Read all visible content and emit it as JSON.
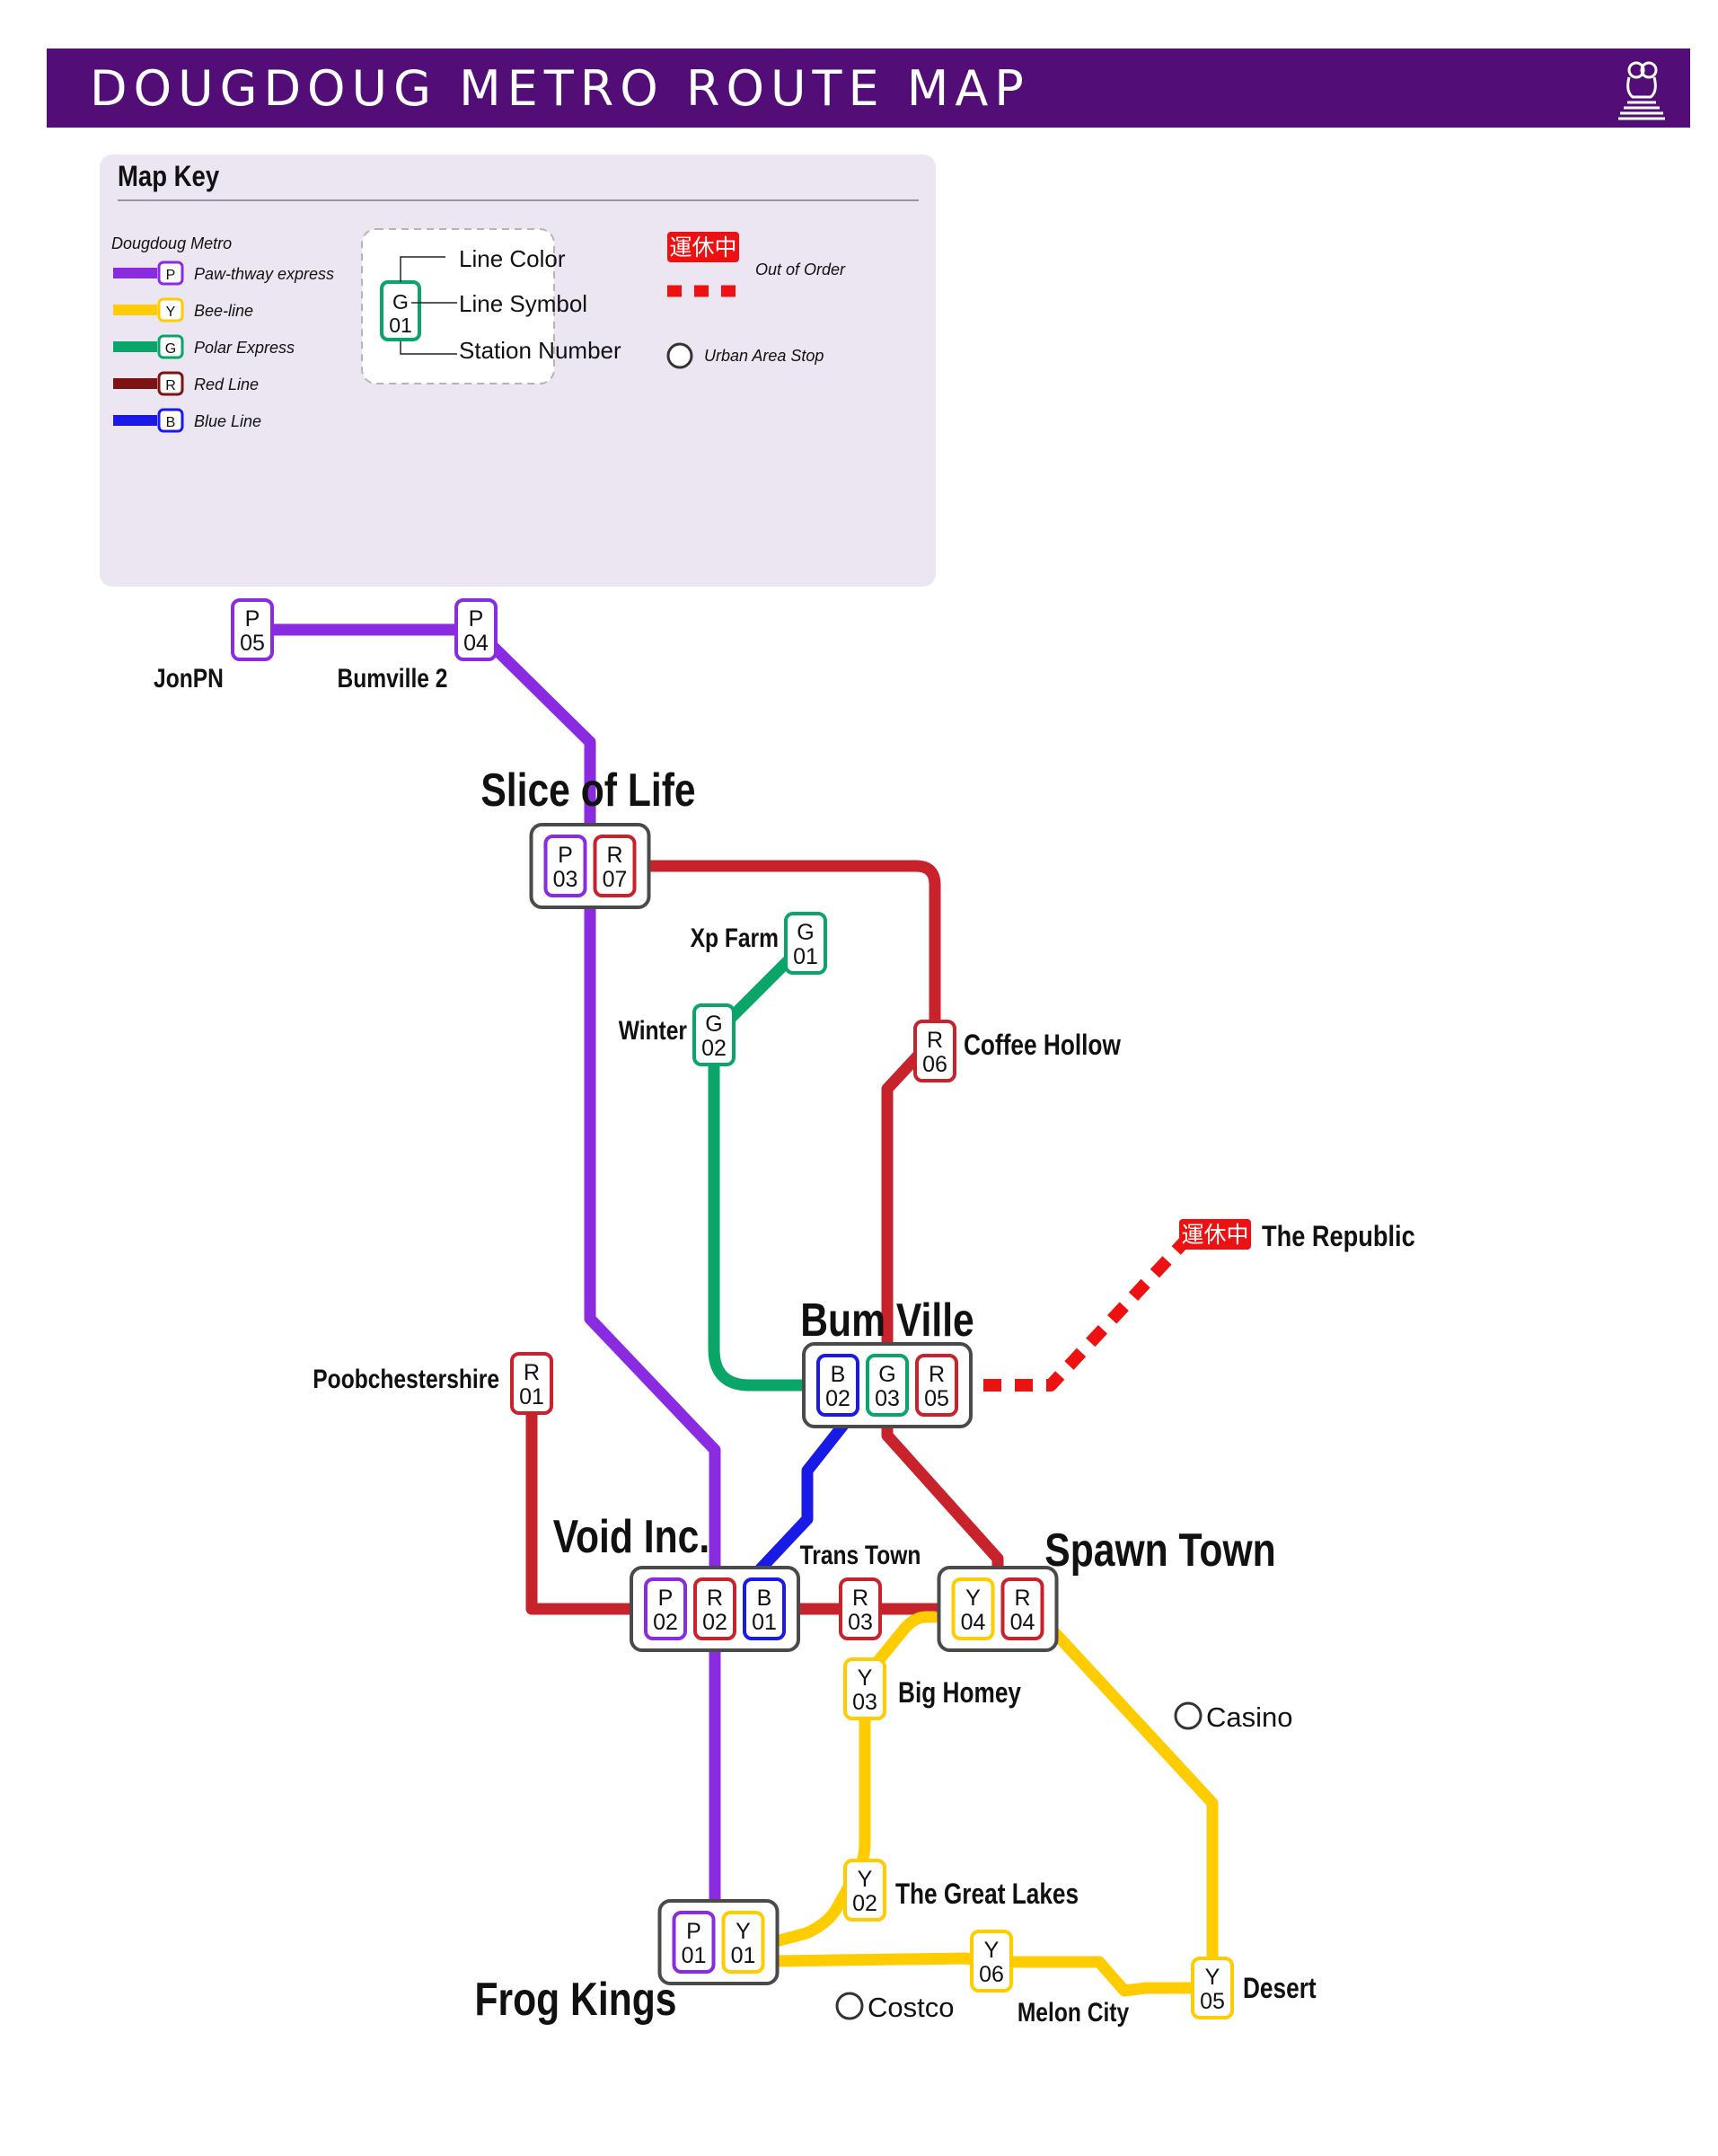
{
  "header": {
    "title": "DOUGDOUG METRO ROUTE MAP",
    "background": "#520e76",
    "logo_icon": "dougdoug-logo-icon"
  },
  "key": {
    "title": "Map Key",
    "section_label": "Dougdoug Metro",
    "lines": [
      {
        "symbol": "P",
        "name": "Paw-thway express",
        "color": "#8a2be2"
      },
      {
        "symbol": "Y",
        "name": "Bee-line",
        "color": "#ffcc00"
      },
      {
        "symbol": "G",
        "name": "Polar Express",
        "color": "#0aa569"
      },
      {
        "symbol": "R",
        "name": "Red Line",
        "color": "#7f1212"
      },
      {
        "symbol": "B",
        "name": "Blue Line",
        "color": "#1a1ae6"
      }
    ],
    "legend_example": {
      "symbol": "G",
      "number": "01",
      "line_color_label": "Line Color",
      "line_symbol_label": "Line Symbol",
      "station_number_label": "Station Number"
    },
    "out_of_order": {
      "badge": "運休中",
      "label": "Out of Order",
      "color": "#ee1111"
    },
    "urban_stop_label": "Urban Area Stop"
  },
  "stations": {
    "jonpn": {
      "name": "JonPN",
      "codes": [
        {
          "line": "P",
          "num": "05"
        }
      ]
    },
    "bumville2": {
      "name": "Bumville 2",
      "codes": [
        {
          "line": "P",
          "num": "04"
        }
      ]
    },
    "slice_of_life": {
      "name": "Slice of Life",
      "codes": [
        {
          "line": "P",
          "num": "03"
        },
        {
          "line": "R",
          "num": "07"
        }
      ]
    },
    "xp_farm": {
      "name": "Xp Farm",
      "codes": [
        {
          "line": "G",
          "num": "01"
        }
      ]
    },
    "winter": {
      "name": "Winter",
      "codes": [
        {
          "line": "G",
          "num": "02"
        }
      ]
    },
    "coffee_hollow": {
      "name": "Coffee Hollow",
      "codes": [
        {
          "line": "R",
          "num": "06"
        }
      ]
    },
    "the_republic": {
      "name": "The Republic",
      "status_badge": "運休中"
    },
    "bum_ville": {
      "name": "Bum Ville",
      "codes": [
        {
          "line": "B",
          "num": "02"
        },
        {
          "line": "G",
          "num": "03"
        },
        {
          "line": "R",
          "num": "05"
        }
      ]
    },
    "poobchestershire": {
      "name": "Poobchestershire",
      "codes": [
        {
          "line": "R",
          "num": "01"
        }
      ]
    },
    "void_inc": {
      "name": "Void Inc.",
      "codes": [
        {
          "line": "P",
          "num": "02"
        },
        {
          "line": "R",
          "num": "02"
        },
        {
          "line": "B",
          "num": "01"
        }
      ]
    },
    "trans_town": {
      "name": "Trans Town",
      "codes": [
        {
          "line": "R",
          "num": "03"
        }
      ]
    },
    "spawn_town": {
      "name": "Spawn Town",
      "codes": [
        {
          "line": "Y",
          "num": "04"
        },
        {
          "line": "R",
          "num": "04"
        }
      ]
    },
    "big_homey": {
      "name": "Big Homey",
      "codes": [
        {
          "line": "Y",
          "num": "03"
        }
      ]
    },
    "casino": {
      "name": "Casino"
    },
    "the_great_lakes": {
      "name": "The Great Lakes",
      "codes": [
        {
          "line": "Y",
          "num": "02"
        }
      ]
    },
    "frog_kings": {
      "name": "Frog Kings",
      "codes": [
        {
          "line": "P",
          "num": "01"
        },
        {
          "line": "Y",
          "num": "01"
        }
      ]
    },
    "costco": {
      "name": "Costco"
    },
    "melon_city": {
      "name": "Melon City",
      "codes": [
        {
          "line": "Y",
          "num": "06"
        }
      ]
    },
    "desert": {
      "name": "Desert",
      "codes": [
        {
          "line": "Y",
          "num": "05"
        }
      ]
    }
  },
  "route_colors": {
    "P": "#8a2be2",
    "Y": "#ffcc00",
    "G": "#0aa569",
    "R": "#c8232c",
    "B": "#1a1ae6",
    "out_of_order": "#ee1111"
  }
}
